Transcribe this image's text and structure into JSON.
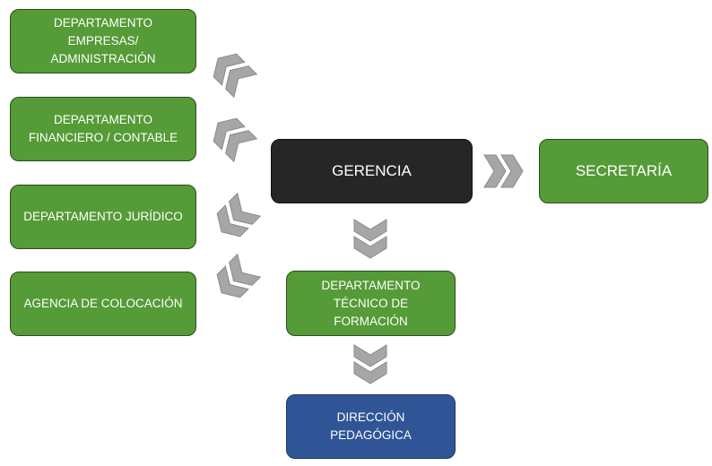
{
  "nodes": {
    "empresas": "DEPARTAMENTO\nEMPRESAS/\nADMINISTRACIÓN",
    "financiero": "DEPARTAMENTO\nFINANCIERO / CONTABLE",
    "juridico": "DEPARTAMENTO JURÍDICO",
    "agencia": "AGENCIA DE COLOCACIÓN",
    "gerencia": "GERENCIA",
    "secretaria": "SECRETARÍA",
    "tecnico": "DEPARTAMENTO\nTÉCNICO DE\nFORMACIÓN",
    "direccion": "DIRECCIÓN\nPEDAGÓGICA"
  },
  "colors": {
    "green": "#559b37",
    "dark": "#262626",
    "blue": "#2f5597",
    "arrow": "#a6a6a6"
  },
  "arrows": [
    {
      "icon": "double-chevron-up-left",
      "from": "gerencia",
      "to": "empresas"
    },
    {
      "icon": "double-chevron-up-left",
      "from": "gerencia",
      "to": "financiero"
    },
    {
      "icon": "double-chevron-down-left",
      "from": "gerencia",
      "to": "juridico"
    },
    {
      "icon": "double-chevron-down-left",
      "from": "gerencia",
      "to": "agencia"
    },
    {
      "icon": "double-chevron-right",
      "from": "gerencia",
      "to": "secretaria"
    },
    {
      "icon": "double-chevron-down",
      "from": "gerencia",
      "to": "tecnico"
    },
    {
      "icon": "double-chevron-down",
      "from": "tecnico",
      "to": "direccion"
    }
  ]
}
